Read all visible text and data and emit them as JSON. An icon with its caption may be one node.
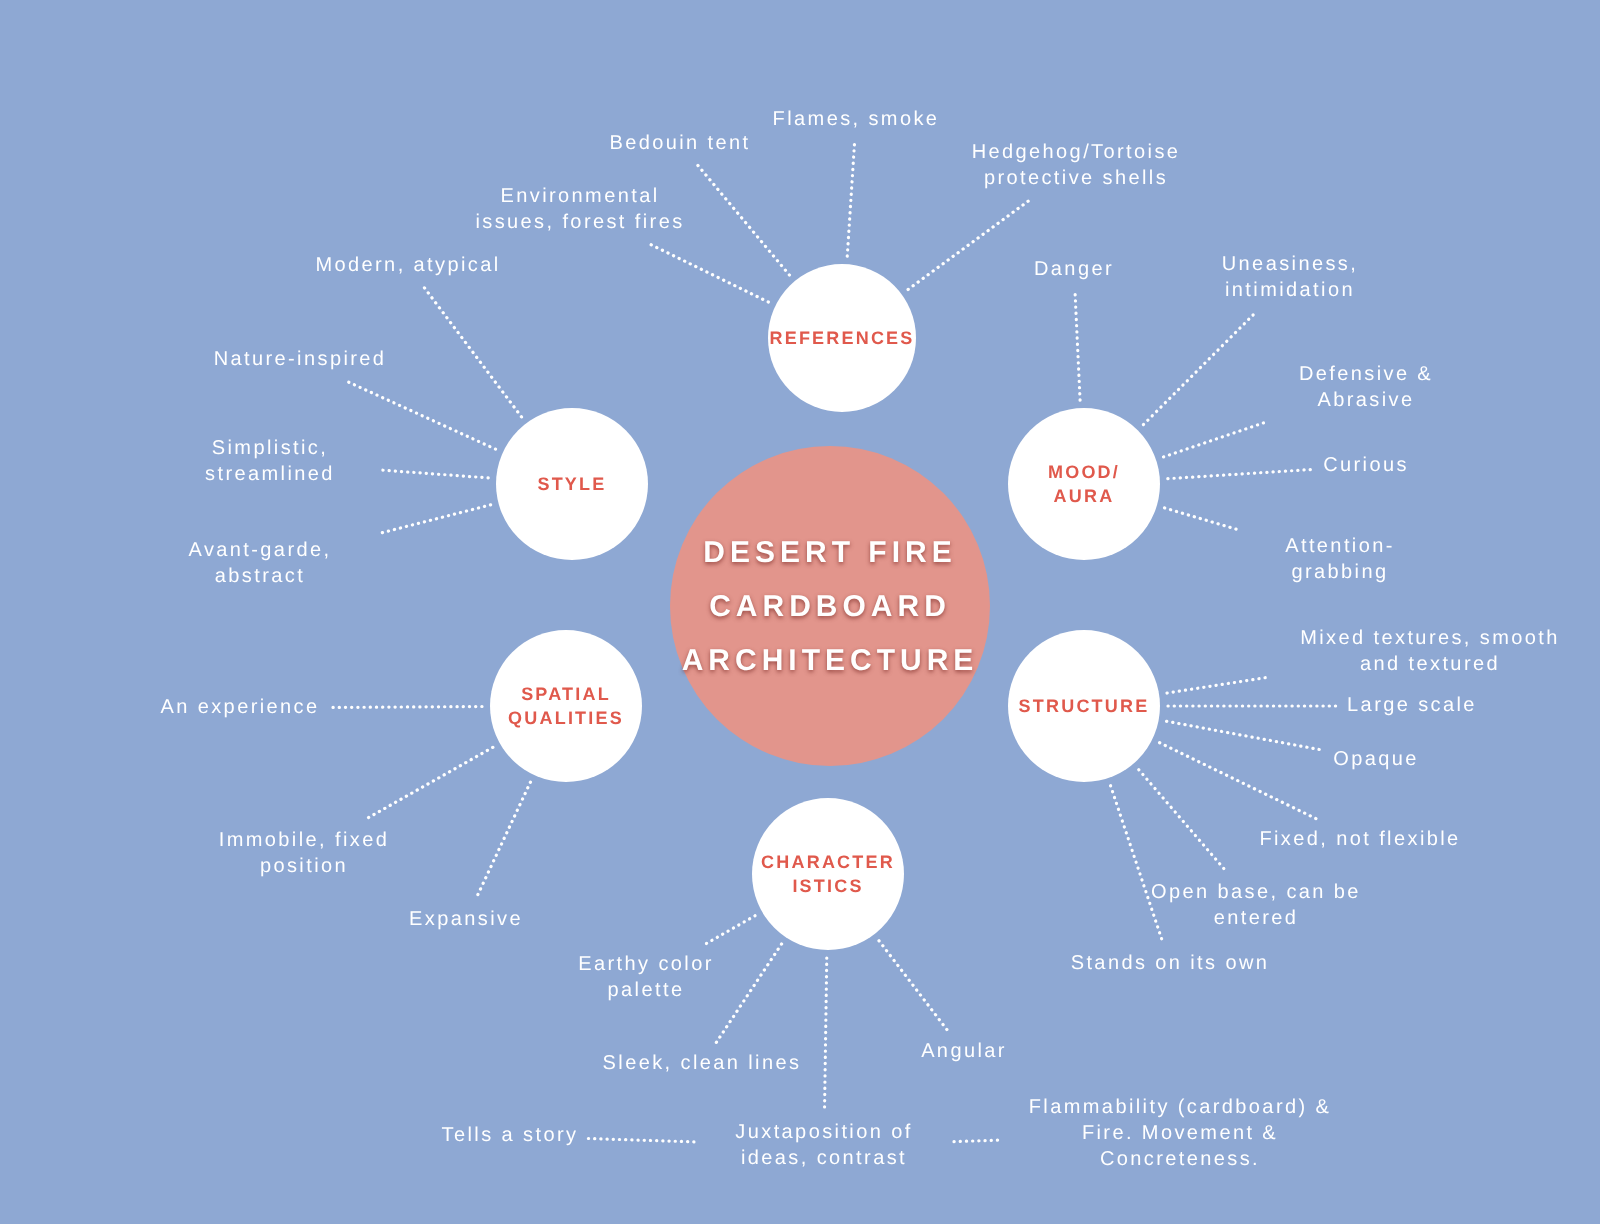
{
  "diagram": {
    "nodes": [
      {
        "text": [
          "DESERT FIRE CARDBOARD ARCHITECTURE"
        ]
      },
      {
        "text": [
          "REFERENCES"
        ]
      },
      {
        "text": [
          "Bedouin tent"
        ]
      },
      {
        "text": [
          "Flames, smoke"
        ]
      },
      {
        "text": [
          "Hedgehog/Tortoise protective shells"
        ]
      },
      {
        "text": [
          "Environmental issues, forest fires"
        ]
      },
      {
        "text": [
          "STYLE"
        ]
      },
      {
        "text": [
          "Modern, atypical"
        ]
      },
      {
        "text": [
          "Nature-inspired"
        ]
      },
      {
        "text": [
          "Simplistic, streamlined"
        ]
      },
      {
        "text": [
          "Avant-garde, abstract"
        ]
      },
      {
        "text": [
          "MOOD/ AURA"
        ]
      },
      {
        "text": [
          "Danger"
        ]
      },
      {
        "text": [
          "Uneasiness, intimidation"
        ]
      },
      {
        "text": [
          "Defensive & Abrasive"
        ]
      },
      {
        "text": [
          "Curious"
        ]
      },
      {
        "text": [
          "Attention-grabbing"
        ]
      },
      {
        "text": [
          "SPATIAL QUALITIES"
        ]
      },
      {
        "text": [
          "An experience"
        ]
      },
      {
        "text": [
          "Immobile, fixed position"
        ]
      },
      {
        "text": [
          "Expansive"
        ]
      },
      {
        "text": [
          "STRUCTURE"
        ]
      },
      {
        "text": [
          "Mixed textures, smooth and textured"
        ]
      },
      {
        "text": [
          "Large scale"
        ]
      },
      {
        "text": [
          "Opaque"
        ]
      },
      {
        "text": [
          "Fixed, not flexible"
        ]
      },
      {
        "text": [
          "Open base, can be entered"
        ]
      },
      {
        "text": [
          "Stands on its own"
        ]
      },
      {
        "text": [
          "CHARACTER ISTICS"
        ]
      },
      {
        "text": [
          "Earthy color palette"
        ]
      },
      {
        "text": [
          "Sleek, clean lines"
        ]
      },
      {
        "text": [
          "Angular"
        ]
      },
      {
        "text": [
          "Juxtaposition of ideas, contrast"
        ]
      },
      {
        "text": [
          "Tells a story"
        ]
      },
      {
        "text": [
          "Flammability (cardboard) & Fire. Movement & Concreteness."
        ]
      }
    ],
    "edges": [
      {
        "from": 1,
        "to": 2,
        "arrow": "none"
      },
      {
        "from": 1,
        "to": 3,
        "arrow": "none"
      },
      {
        "from": 1,
        "to": 4,
        "arrow": "none"
      },
      {
        "from": 1,
        "to": 5,
        "arrow": "none"
      },
      {
        "from": 6,
        "to": 7,
        "arrow": "none"
      },
      {
        "from": 6,
        "to": 8,
        "arrow": "none"
      },
      {
        "from": 6,
        "to": 9,
        "arrow": "none"
      },
      {
        "from": 6,
        "to": 10,
        "arrow": "none"
      },
      {
        "from": 11,
        "to": 12,
        "arrow": "none"
      },
      {
        "from": 11,
        "to": 13,
        "arrow": "none"
      },
      {
        "from": 11,
        "to": 14,
        "arrow": "none"
      },
      {
        "from": 11,
        "to": 15,
        "arrow": "none"
      },
      {
        "from": 11,
        "to": 16,
        "arrow": "none"
      },
      {
        "from": 17,
        "to": 18,
        "arrow": "none"
      },
      {
        "from": 17,
        "to": 19,
        "arrow": "none"
      },
      {
        "from": 17,
        "to": 20,
        "arrow": "none"
      },
      {
        "from": 21,
        "to": 22,
        "arrow": "none"
      },
      {
        "from": 21,
        "to": 23,
        "arrow": "none"
      },
      {
        "from": 21,
        "to": 24,
        "arrow": "none"
      },
      {
        "from": 21,
        "to": 25,
        "arrow": "none"
      },
      {
        "from": 21,
        "to": 26,
        "arrow": "none"
      },
      {
        "from": 21,
        "to": 27,
        "arrow": "none"
      },
      {
        "from": 28,
        "to": 29,
        "arrow": "none"
      },
      {
        "from": 28,
        "to": 30,
        "arrow": "none"
      },
      {
        "from": 28,
        "to": 31,
        "arrow": "none"
      },
      {
        "from": 28,
        "to": 32,
        "arrow": "none"
      },
      {
        "from": 33,
        "to": 32,
        "arrow": "none"
      },
      {
        "from": 32,
        "to": 34,
        "arrow": "none"
      }
    ]
  }
}
